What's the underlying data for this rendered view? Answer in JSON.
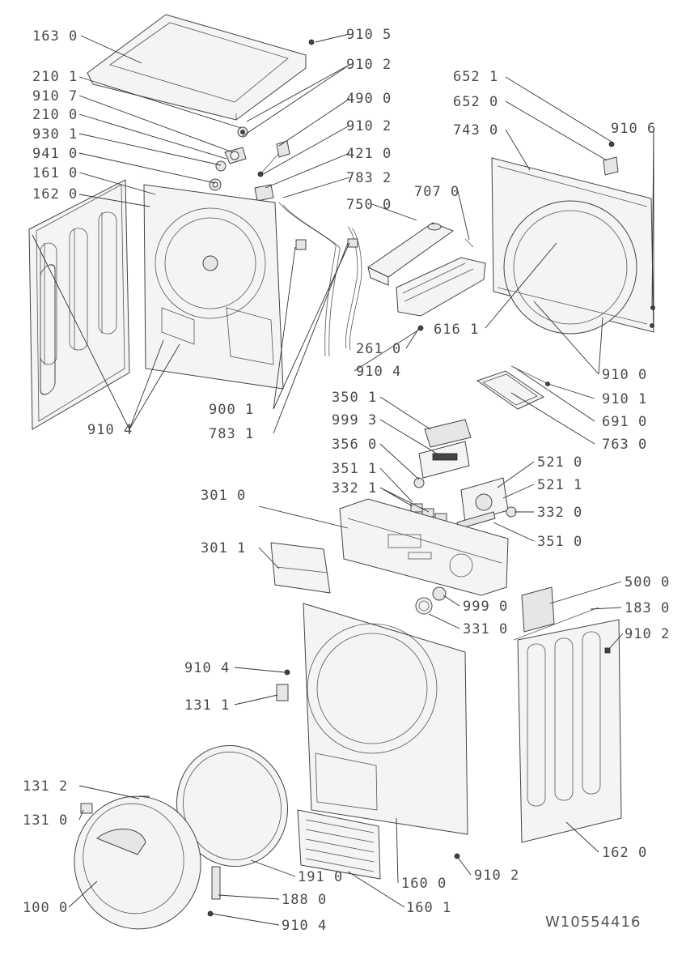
{
  "document_id": "W10554416",
  "callouts": [
    {
      "id": "163-0",
      "text": "163 0"
    },
    {
      "id": "910-5",
      "text": "910 5"
    },
    {
      "id": "210-1",
      "text": "210 1"
    },
    {
      "id": "910-2-a",
      "text": "910 2"
    },
    {
      "id": "910-7",
      "text": "910 7"
    },
    {
      "id": "490-0",
      "text": "490 0"
    },
    {
      "id": "210-0",
      "text": "210 0"
    },
    {
      "id": "910-2-b",
      "text": "910 2"
    },
    {
      "id": "930-1",
      "text": "930 1"
    },
    {
      "id": "941-0",
      "text": "941 0"
    },
    {
      "id": "421-0",
      "text": "421 0"
    },
    {
      "id": "161-0",
      "text": "161 0"
    },
    {
      "id": "783-2",
      "text": "783 2"
    },
    {
      "id": "162-0-a",
      "text": "162 0"
    },
    {
      "id": "750-0",
      "text": "750 0"
    },
    {
      "id": "707-0",
      "text": "707 0"
    },
    {
      "id": "652-1",
      "text": "652 1"
    },
    {
      "id": "652-0",
      "text": "652 0"
    },
    {
      "id": "743-0",
      "text": "743 0"
    },
    {
      "id": "910-6",
      "text": "910 6"
    },
    {
      "id": "261-0",
      "text": "261 0"
    },
    {
      "id": "616-1",
      "text": "616 1"
    },
    {
      "id": "910-4-a",
      "text": "910 4"
    },
    {
      "id": "910-0",
      "text": "910 0"
    },
    {
      "id": "910-1",
      "text": "910 1"
    },
    {
      "id": "350-1",
      "text": "350 1"
    },
    {
      "id": "900-1",
      "text": "900 1"
    },
    {
      "id": "691-0",
      "text": "691 0"
    },
    {
      "id": "910-4-b",
      "text": "910 4"
    },
    {
      "id": "783-1",
      "text": "783 1"
    },
    {
      "id": "999-3",
      "text": "999 3"
    },
    {
      "id": "763-0",
      "text": "763 0"
    },
    {
      "id": "356-0",
      "text": "356 0"
    },
    {
      "id": "351-1",
      "text": "351 1"
    },
    {
      "id": "521-0",
      "text": "521 0"
    },
    {
      "id": "332-1",
      "text": "332 1"
    },
    {
      "id": "521-1",
      "text": "521 1"
    },
    {
      "id": "301-0",
      "text": "301 0"
    },
    {
      "id": "332-0",
      "text": "332 0"
    },
    {
      "id": "351-0",
      "text": "351 0"
    },
    {
      "id": "301-1",
      "text": "301 1"
    },
    {
      "id": "500-0",
      "text": "500 0"
    },
    {
      "id": "999-0",
      "text": "999 0"
    },
    {
      "id": "183-0",
      "text": "183 0"
    },
    {
      "id": "331-0",
      "text": "331 0"
    },
    {
      "id": "910-2-c",
      "text": "910 2"
    },
    {
      "id": "910-4-c",
      "text": "910 4"
    },
    {
      "id": "131-1",
      "text": "131 1"
    },
    {
      "id": "131-2",
      "text": "131 2"
    },
    {
      "id": "131-0",
      "text": "131 0"
    },
    {
      "id": "162-0-b",
      "text": "162 0"
    },
    {
      "id": "191-0",
      "text": "191 0"
    },
    {
      "id": "160-0",
      "text": "160 0"
    },
    {
      "id": "910-2-d",
      "text": "910 2"
    },
    {
      "id": "188-0",
      "text": "188 0"
    },
    {
      "id": "100-0",
      "text": "100 0"
    },
    {
      "id": "910-4-d",
      "text": "910 4"
    },
    {
      "id": "160-1",
      "text": "160 1"
    }
  ]
}
